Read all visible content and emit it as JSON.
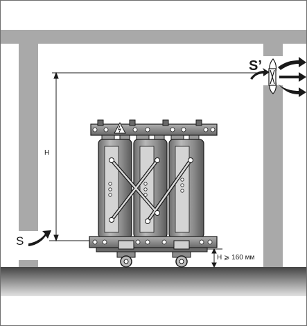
{
  "diagram": {
    "labels": {
      "inlet": "S",
      "outlet": "S’",
      "height": "H",
      "clearance": "H ⩾ 160 мм"
    },
    "colors": {
      "wall": "#a9a9a9",
      "floor_dark": "#4a4a4a",
      "floor_light": "#dcdcdc",
      "transformer": "#8c8c8c",
      "outline": "#1a1a1a"
    },
    "icons": [
      "inlet-arrow-icon",
      "fan-icon",
      "outlet-arrow-icon",
      "high-voltage-warning-icon"
    ]
  }
}
